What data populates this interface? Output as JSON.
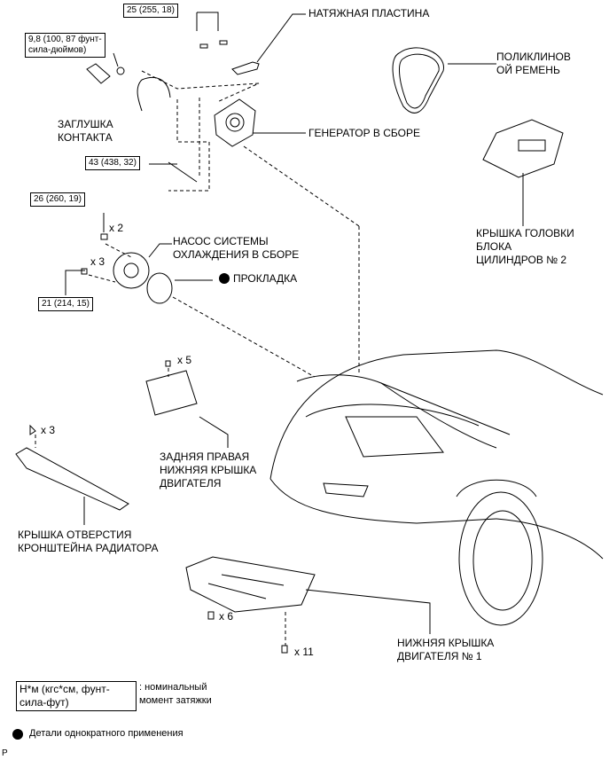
{
  "torques": {
    "t1": "25 (255, 18)",
    "t2": "9,8 (100, 87 фунт-\nсила-дюймов)",
    "t3": "43 (438, 32)",
    "t4": "26 (260, 19)",
    "t5": "21 (214, 15)"
  },
  "labels": {
    "tension_plate": "НАТЯЖНАЯ ПЛАСТИНА",
    "belt": "ПОЛИКЛИНОВ\nОЙ РЕМЕНЬ",
    "plug": "ЗАГЛУШКА\nКОНТАКТА",
    "generator": "ГЕНЕРАТОР В СБОРЕ",
    "head_cover": "КРЫШКА ГОЛОВКИ\nБЛОКА\nЦИЛИНДРОВ № 2",
    "pump": "НАСОС СИСТЕМЫ\nОХЛАЖДЕНИЯ В СБОРЕ",
    "gasket": "ПРОКЛАДКА",
    "rear_cover": "ЗАДНЯЯ ПРАВАЯ\nНИЖНЯЯ КРЫШКА\nДВИГАТЕЛЯ",
    "radiator_cover": "КРЫШКА ОТВЕРСТИЯ\nКРОНШТЕЙНА РАДИАТОРА",
    "lower_cover": "НИЖНЯЯ КРЫШКА\nДВИГАТЕЛЯ № 1"
  },
  "quantities": {
    "q_pump_top": "x 2",
    "q_pump_side": "x 3",
    "q_rear": "x 5",
    "q_radiator": "x 3",
    "q_lower_a": "x 6",
    "q_lower_b": "x 11"
  },
  "legend": {
    "unit": "Н*м (кгс*см, фунт-\nсила-фут)",
    "unit_desc": ": номинальный\nмомент затяжки",
    "single_use": "Детали однократного применения"
  },
  "corner_mark": "P"
}
